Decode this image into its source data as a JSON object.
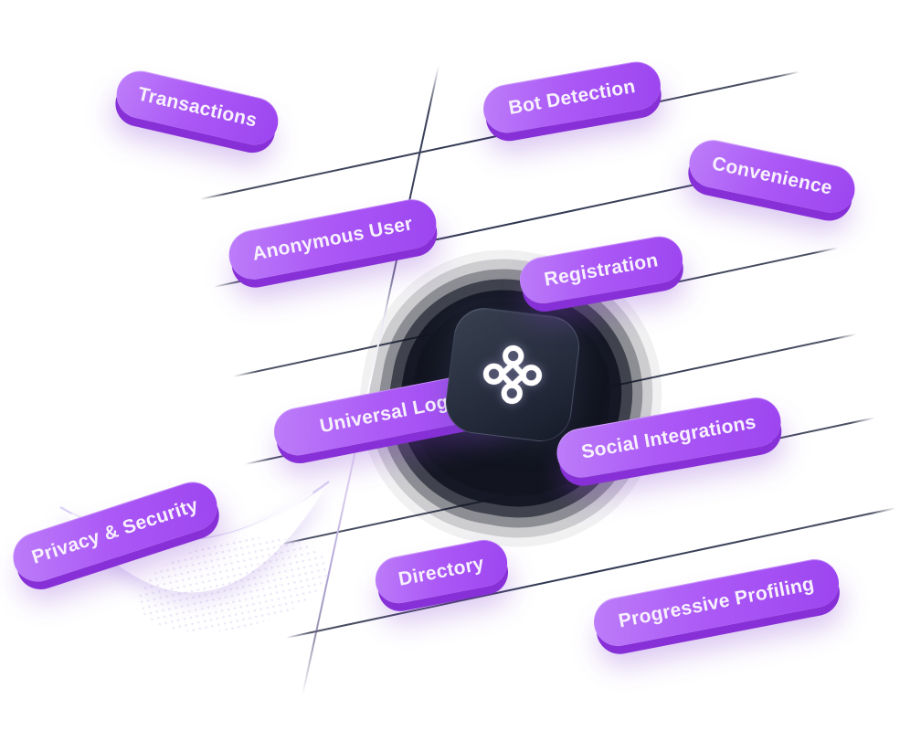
{
  "palette": {
    "background": "#ffffff",
    "pill_gradient_light": "#bd7ef9",
    "pill_gradient_dark": "#9c45f0",
    "pill_edge": "#8730d7",
    "pill_text": "#f7f1fe",
    "grid_line": "#2e3650",
    "blob": "#12151f",
    "tile_top": "#394150",
    "tile_bottom": "#161b29",
    "icon_stroke": "#ffffff",
    "swoosh_fill": "#ffffff",
    "swoosh_edge": "#cabaf0"
  },
  "center": {
    "icon": "command-icon"
  },
  "pills": [
    {
      "id": "transactions",
      "label": "Transactions"
    },
    {
      "id": "bot-detection",
      "label": "Bot Detection"
    },
    {
      "id": "convenience",
      "label": "Convenience"
    },
    {
      "id": "anonymous-user",
      "label": "Anonymous User"
    },
    {
      "id": "registration",
      "label": "Registration"
    },
    {
      "id": "universal-login",
      "label": "Universal Login"
    },
    {
      "id": "social-integrations",
      "label": "Social Integrations"
    },
    {
      "id": "privacy-security",
      "label": "Privacy & Security"
    },
    {
      "id": "directory",
      "label": "Directory"
    },
    {
      "id": "progressive-profiling",
      "label": "Progressive Profiling"
    }
  ]
}
